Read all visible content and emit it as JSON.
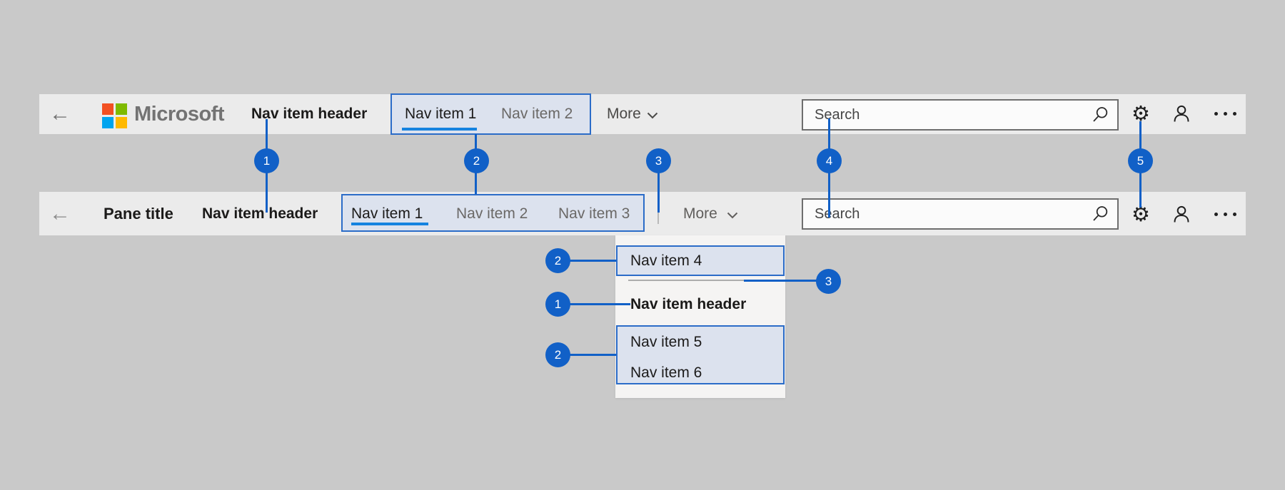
{
  "colors": {
    "accent_badge_blue": "#1160c7",
    "callout_border_blue": "#2b6cc8",
    "selected_underline_blue": "#1583e0",
    "callout_fill": "#dce2ee",
    "bar_background": "#ebebeb",
    "page_background": "#c9c9c9",
    "menu_background": "#f5f4f3",
    "logo_text_gray": "#737373"
  },
  "icons": {
    "back_arrow": "←",
    "gear": "⚙"
  },
  "logo": {
    "text": "Microsoft",
    "square_colors": [
      "#f25022",
      "#7fba00",
      "#00a4ef",
      "#ffb900"
    ]
  },
  "topbar": {
    "nav_header": "Nav item header",
    "items": [
      {
        "label": "Nav item 1",
        "selected": true
      },
      {
        "label": "Nav item 2",
        "selected": false
      }
    ],
    "more_label": "More",
    "search_placeholder": "Search"
  },
  "panebar": {
    "pane_title": "Pane title",
    "nav_header": "Nav item header",
    "items": [
      {
        "label": "Nav item 1",
        "selected": true
      },
      {
        "label": "Nav item 2",
        "selected": false
      },
      {
        "label": "Nav item 3",
        "selected": false
      }
    ],
    "more_label": "More",
    "search_placeholder": "Search"
  },
  "dropdown": {
    "items_top": [
      "Nav item 4"
    ],
    "header": "Nav item header",
    "items_bottom": [
      "Nav item 5",
      "Nav item 6"
    ]
  },
  "badges": {
    "n1": "1",
    "n2": "2",
    "n3": "3",
    "n4": "4",
    "n5": "5"
  }
}
